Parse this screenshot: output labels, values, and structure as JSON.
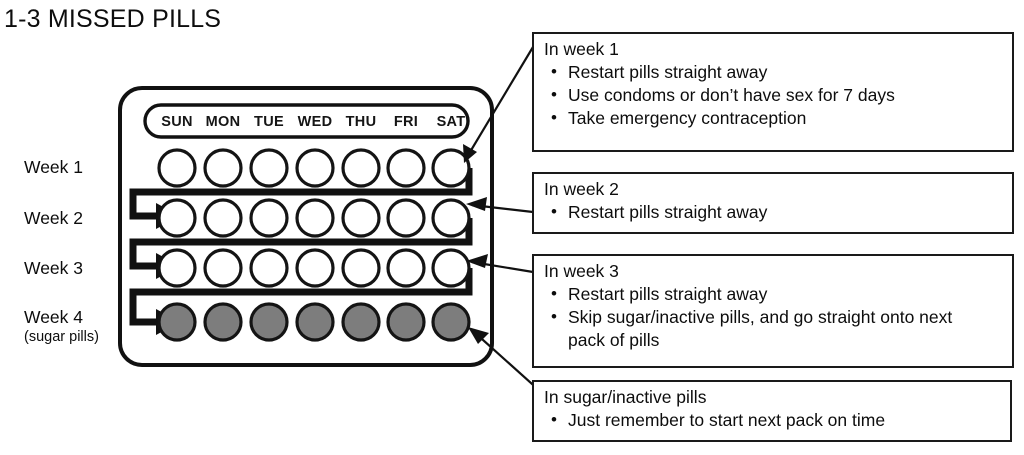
{
  "page": {
    "title": "1-3 MISSED PILLS"
  },
  "pack": {
    "day_headers": [
      "SUN",
      "MON",
      "TUE",
      "WED",
      "THU",
      "FRI",
      "SAT"
    ],
    "week_labels": [
      {
        "name": "Week 1",
        "sub": ""
      },
      {
        "name": "Week 2",
        "sub": ""
      },
      {
        "name": "Week 3",
        "sub": ""
      },
      {
        "name": "Week 4",
        "sub": "(sugar pills)"
      }
    ],
    "rows": [
      {
        "week": "Week 1",
        "pill_type": "active",
        "pill_count": 7,
        "fill": "#ffffff"
      },
      {
        "week": "Week 2",
        "pill_type": "active",
        "pill_count": 7,
        "fill": "#ffffff"
      },
      {
        "week": "Week 3",
        "pill_type": "active",
        "pill_count": 7,
        "fill": "#ffffff"
      },
      {
        "week": "Week 4",
        "pill_type": "sugar",
        "pill_count": 7,
        "fill": "#7d7d7d"
      }
    ]
  },
  "callouts": [
    {
      "id": "week-1",
      "heading": "In week 1",
      "bullets": [
        "Restart pills straight away",
        "Use condoms or don’t have sex for 7 days",
        "Take emergency contraception"
      ]
    },
    {
      "id": "week-2",
      "heading": "In week 2",
      "bullets": [
        "Restart pills straight away"
      ]
    },
    {
      "id": "week-3",
      "heading": "In week 3",
      "bullets": [
        "Restart pills straight away",
        "Skip sugar/inactive pills, and go straight onto next pack of pills"
      ]
    },
    {
      "id": "sugar-pills",
      "heading": "In sugar/inactive pills",
      "bullets": [
        "Just remember to start next pack on time"
      ]
    }
  ],
  "colors": {
    "ink": "#111111",
    "sugar_pill": "#7d7d7d",
    "background": "#ffffff"
  }
}
